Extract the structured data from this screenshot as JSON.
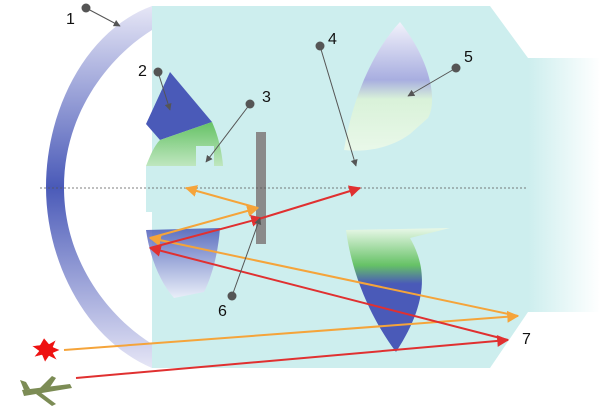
{
  "labels": [
    {
      "id": "1",
      "text": "1"
    },
    {
      "id": "2",
      "text": "2"
    },
    {
      "id": "3",
      "text": "3"
    },
    {
      "id": "4",
      "text": "4"
    },
    {
      "id": "5",
      "text": "5"
    },
    {
      "id": "6",
      "text": "6"
    },
    {
      "id": "7",
      "text": "7"
    }
  ],
  "colors": {
    "housing": "#cdeeee",
    "mirror_blue": "#4a5ab8",
    "mirror_green": "#66c266",
    "mirror_fade": "#d8d8f2",
    "light_orange": "#f5a43a",
    "light_red": "#e03030",
    "plate": "#8a8a8a",
    "pointer": "#555555",
    "target_star": "#ee1111",
    "target_aircraft": "#7c8c55"
  },
  "icons": {
    "flash": "flash-burst-icon",
    "aircraft": "aircraft-icon"
  }
}
